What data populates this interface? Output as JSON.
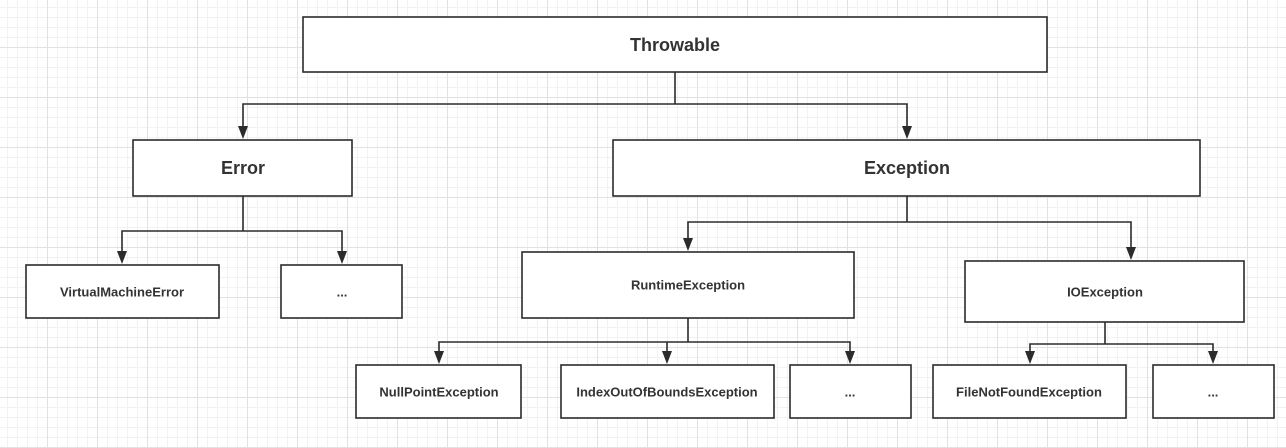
{
  "diagram": {
    "nodes": {
      "throwable": "Throwable",
      "error": "Error",
      "exception": "Exception",
      "virtual_machine_error": "VirtualMachineError",
      "error_more": "...",
      "runtime_exception": "RuntimeException",
      "io_exception": "IOException",
      "null_point_exception": "NullPointException",
      "index_out_of_bounds_exception": "IndexOutOfBoundsException",
      "runtime_more": "...",
      "file_not_found_exception": "FileNotFoundException",
      "io_more": "..."
    }
  }
}
